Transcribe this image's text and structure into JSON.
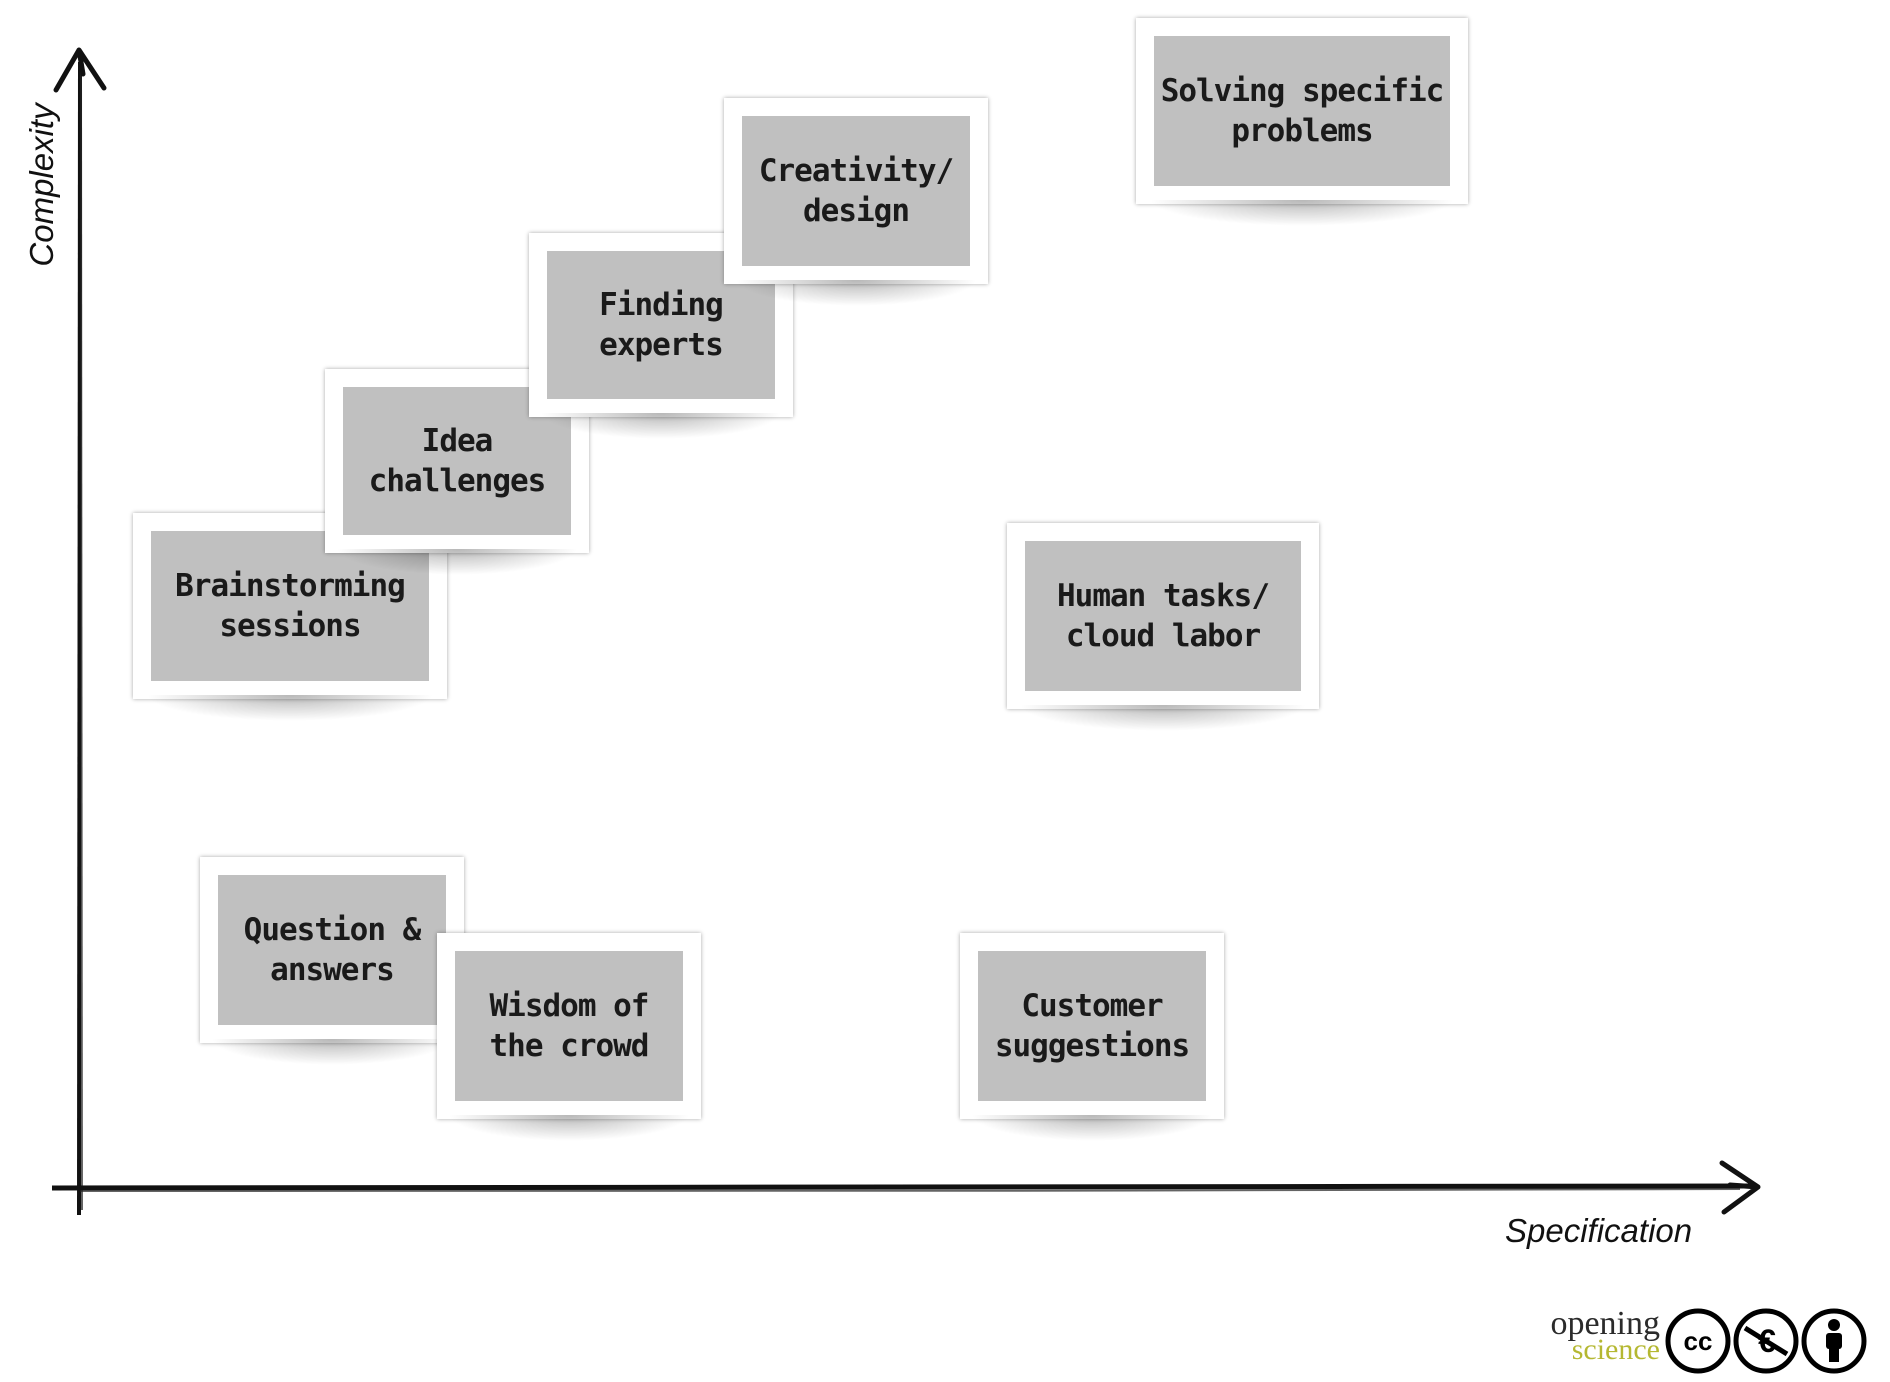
{
  "axes": {
    "y_label": "Complexity",
    "x_label": "Specification"
  },
  "nodes": [
    {
      "id": "brainstorming",
      "label": "Brainstorming\nsessions"
    },
    {
      "id": "idea",
      "label": "Idea\nchallenges"
    },
    {
      "id": "finding",
      "label": "Finding\nexperts"
    },
    {
      "id": "creativity",
      "label": "Creativity/\ndesign"
    },
    {
      "id": "solving",
      "label": "Solving specific\nproblems"
    },
    {
      "id": "human",
      "label": "Human tasks/\ncloud labor"
    },
    {
      "id": "qa",
      "label": "Question &\nanswers"
    },
    {
      "id": "wisdom",
      "label": "Wisdom of\nthe crowd"
    },
    {
      "id": "customer",
      "label": "Customer\nsuggestions"
    }
  ],
  "footer": {
    "brand_top": "opening",
    "brand_bottom": "science",
    "license_icons": [
      "cc-icon",
      "non-commercial-icon",
      "attribution-icon"
    ]
  },
  "colors": {
    "card_fill": "#c0c0c0",
    "axis": "#111111",
    "brand_green": "#b5b832"
  }
}
